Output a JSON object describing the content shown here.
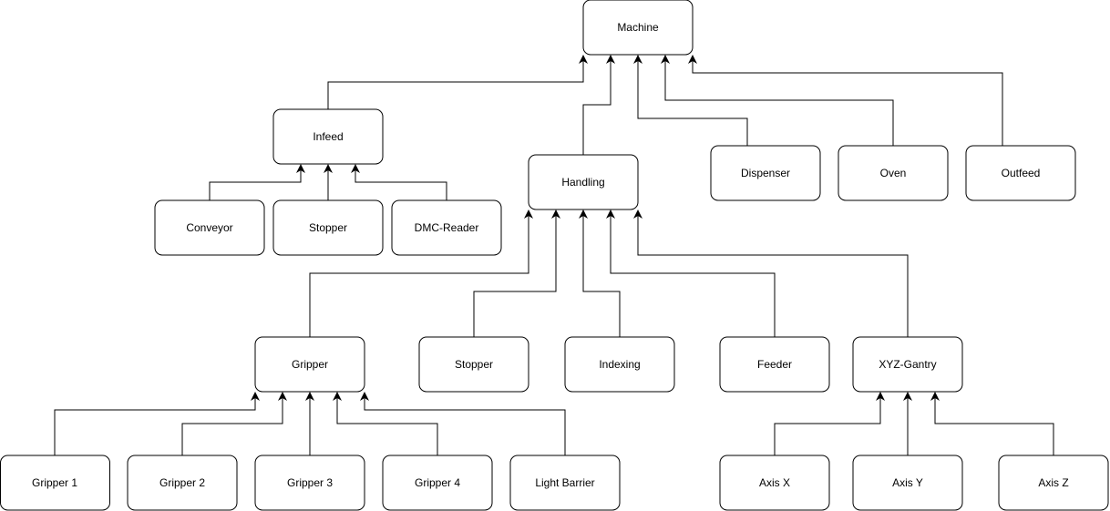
{
  "diagram": {
    "nodes": {
      "machine": "Machine",
      "infeed": "Infeed",
      "handling": "Handling",
      "dispenser": "Dispenser",
      "oven": "Oven",
      "outfeed": "Outfeed",
      "conveyor": "Conveyor",
      "stopper_infeed": "Stopper",
      "dmc_reader": "DMC-Reader",
      "gripper": "Gripper",
      "stopper_handling": "Stopper",
      "indexing": "Indexing",
      "feeder": "Feeder",
      "xyz_gantry": "XYZ-Gantry",
      "gripper_1": "Gripper 1",
      "gripper_2": "Gripper 2",
      "gripper_3": "Gripper 3",
      "gripper_4": "Gripper 4",
      "light_barrier": "Light Barrier",
      "axis_x": "Axis X",
      "axis_y": "Axis Y",
      "axis_z": "Axis Z"
    },
    "edges": [
      {
        "from": "infeed",
        "to": "machine"
      },
      {
        "from": "handling",
        "to": "machine"
      },
      {
        "from": "dispenser",
        "to": "machine"
      },
      {
        "from": "oven",
        "to": "machine"
      },
      {
        "from": "outfeed",
        "to": "machine"
      },
      {
        "from": "conveyor",
        "to": "infeed"
      },
      {
        "from": "stopper_infeed",
        "to": "infeed"
      },
      {
        "from": "dmc_reader",
        "to": "infeed"
      },
      {
        "from": "gripper",
        "to": "handling"
      },
      {
        "from": "stopper_handling",
        "to": "handling"
      },
      {
        "from": "indexing",
        "to": "handling"
      },
      {
        "from": "feeder",
        "to": "handling"
      },
      {
        "from": "xyz_gantry",
        "to": "handling"
      },
      {
        "from": "gripper_1",
        "to": "gripper"
      },
      {
        "from": "gripper_2",
        "to": "gripper"
      },
      {
        "from": "gripper_3",
        "to": "gripper"
      },
      {
        "from": "gripper_4",
        "to": "gripper"
      },
      {
        "from": "light_barrier",
        "to": "gripper"
      },
      {
        "from": "axis_x",
        "to": "xyz_gantry"
      },
      {
        "from": "axis_y",
        "to": "xyz_gantry"
      },
      {
        "from": "axis_z",
        "to": "xyz_gantry"
      }
    ],
    "colors": {
      "stroke": "#000000",
      "fill": "#ffffff",
      "text": "#000000"
    }
  }
}
